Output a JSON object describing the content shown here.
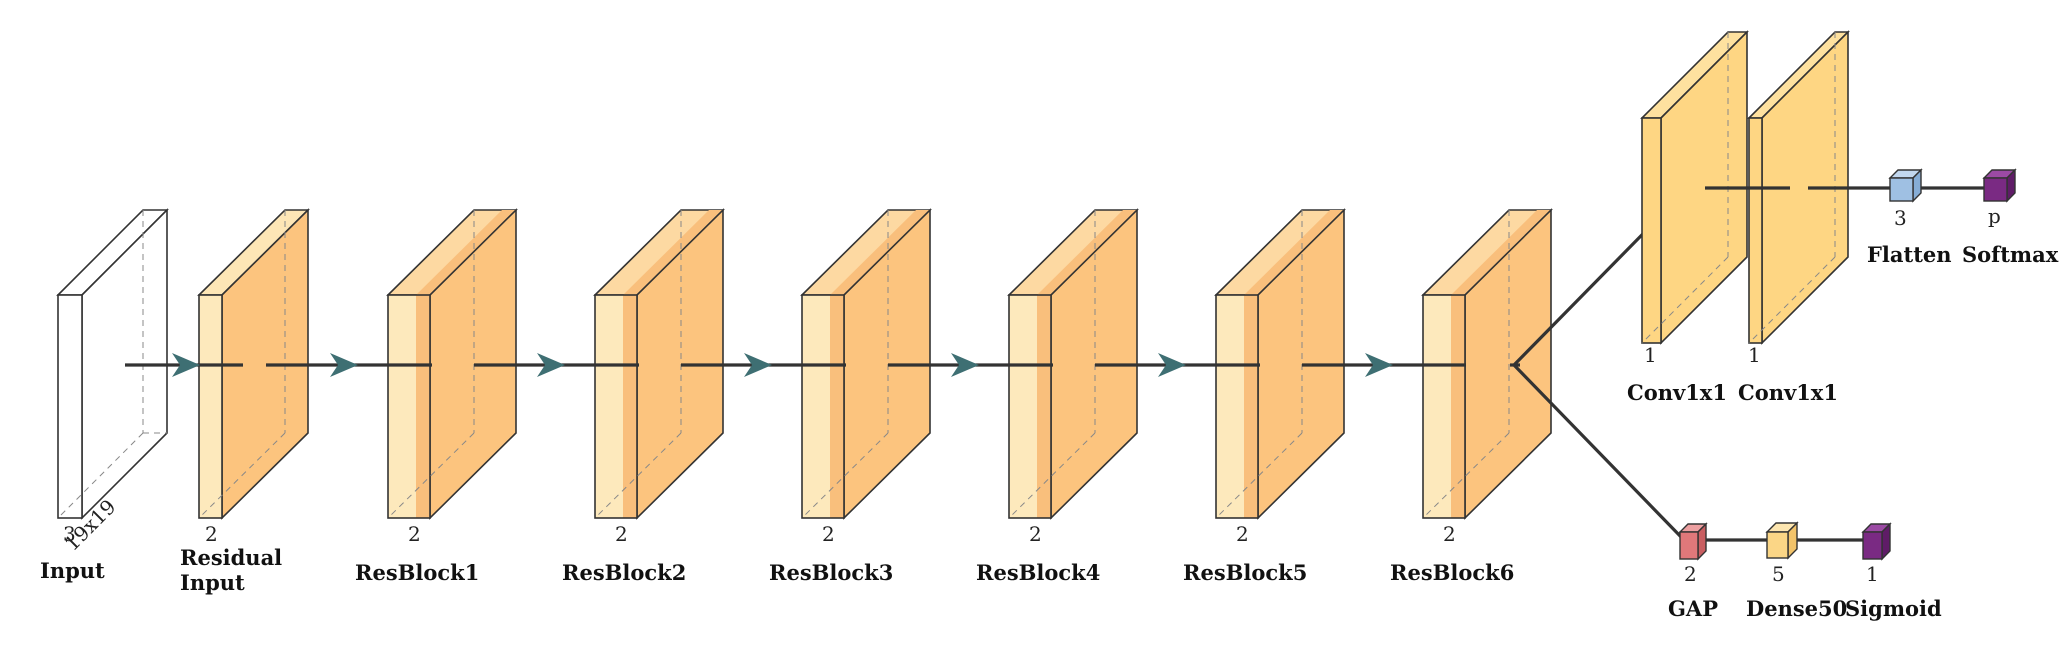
{
  "input": {
    "depth": "3",
    "size": "19x19",
    "label": "Input"
  },
  "residual_input": {
    "depth": "2",
    "label_line1": "Residual",
    "label_line2": "Input"
  },
  "res_blocks": [
    {
      "depth": "2",
      "label": "ResBlock1"
    },
    {
      "depth": "2",
      "label": "ResBlock2"
    },
    {
      "depth": "2",
      "label": "ResBlock3"
    },
    {
      "depth": "2",
      "label": "ResBlock4"
    },
    {
      "depth": "2",
      "label": "ResBlock5"
    },
    {
      "depth": "2",
      "label": "ResBlock6"
    }
  ],
  "policy_head": {
    "conv_a": {
      "depth": "1",
      "label": "Conv1x1"
    },
    "conv_b": {
      "depth": "1",
      "label": "Conv1x1"
    },
    "flatten": {
      "depth": "3",
      "label": "Flatten"
    },
    "softmax": {
      "depth": "p",
      "label": "Softmax"
    }
  },
  "value_head": {
    "gap": {
      "depth": "2",
      "label": "GAP"
    },
    "dense": {
      "depth": "5",
      "label": "Dense50"
    },
    "sigmoid": {
      "depth": "1",
      "label": "Sigmoid"
    }
  },
  "colors": {
    "block_light": "#FDE9BC",
    "block_front": "#F9BF7C",
    "block_side": "#FCC47E",
    "block_top": "#FDD9A2",
    "conv": "#FED683",
    "flatten": "#9FC0E3",
    "softmax": "#7A2A83",
    "gap": "#E0787A",
    "dense": "#FBD686",
    "sigmoid": "#7A2A83",
    "arrow": "#3E6F73"
  }
}
